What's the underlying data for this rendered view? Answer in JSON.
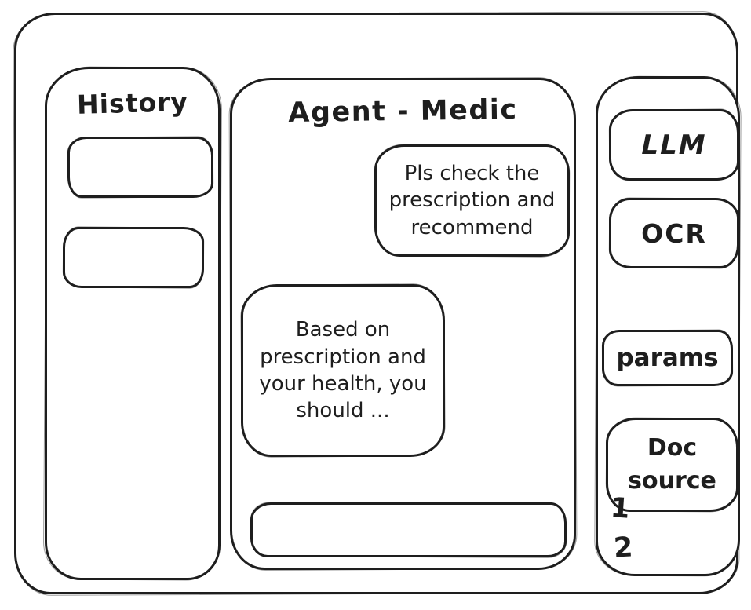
{
  "colors": {
    "ink": "#1e1e1e",
    "background": "#ffffff"
  },
  "history_panel": {
    "title": "History",
    "items": [
      "",
      ""
    ]
  },
  "chat_panel": {
    "title": "Agent - Medic",
    "messages": [
      {
        "role": "user",
        "text": "Pls check the prescription and recommend"
      },
      {
        "role": "agent",
        "text": "Based on prescription and your health, you should ..."
      }
    ],
    "input": {
      "value": ""
    }
  },
  "tools_panel": {
    "llm_label": "LLM",
    "ocr_label": "OCR",
    "params_label": "params",
    "doc_source_label": "Doc source",
    "doc_source_items": [
      "1",
      "2"
    ]
  }
}
